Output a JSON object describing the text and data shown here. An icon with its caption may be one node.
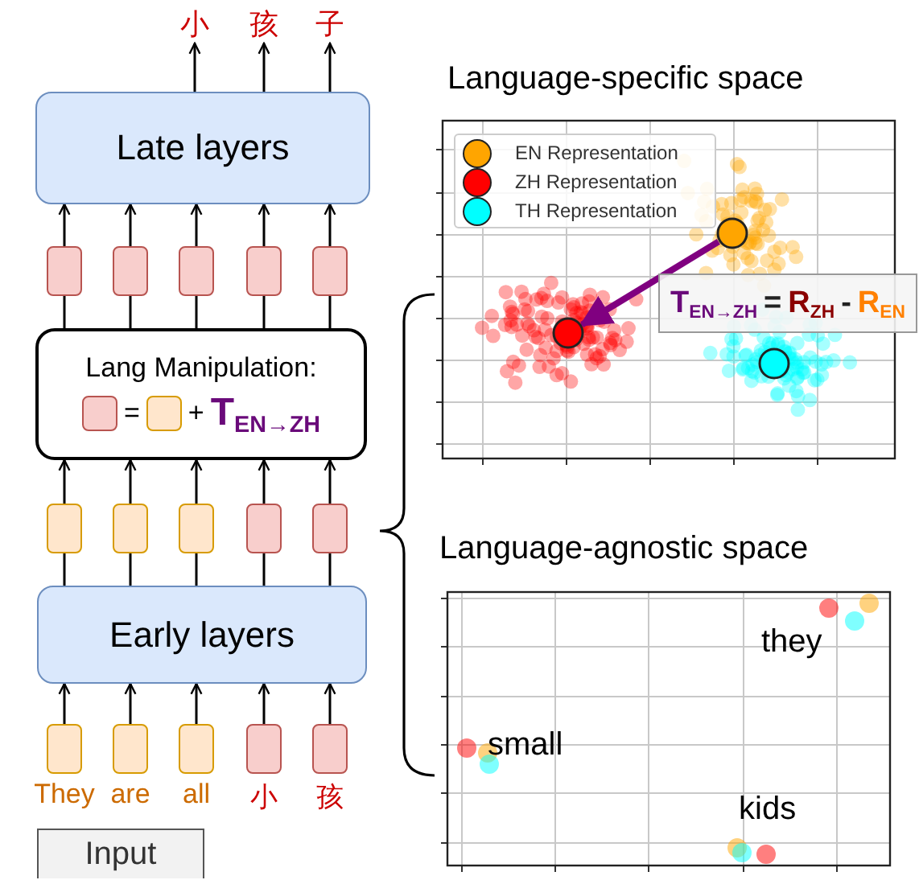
{
  "diagram": {
    "nodes": [
      {
        "text": [
          "Late layers"
        ]
      },
      {
        "text": [],
        "shape": "box"
      },
      {
        "text": [],
        "shape": "box"
      },
      {
        "text": [],
        "shape": "box"
      },
      {
        "text": [],
        "shape": "box"
      },
      {
        "text": [],
        "shape": "box"
      },
      {
        "text": [
          "Lang Manipulation:",
          "=",
          "+",
          "T$_{EN→ZH}$"
        ]
      },
      {
        "text": [],
        "shape": "box"
      },
      {
        "text": [],
        "shape": "box"
      },
      {
        "text": [],
        "shape": "box"
      },
      {
        "text": [],
        "shape": "box"
      },
      {
        "text": [],
        "shape": "box"
      },
      {
        "text": [
          "Early layers"
        ]
      },
      {
        "text": [],
        "shape": "box",
        "beside": [
          "They"
        ]
      },
      {
        "text": [],
        "shape": "box",
        "beside": [
          "are"
        ]
      },
      {
        "text": [],
        "shape": "box",
        "beside": [
          "all"
        ]
      },
      {
        "text": [],
        "shape": "box",
        "beside": [
          "小"
        ]
      },
      {
        "text": [],
        "shape": "box",
        "beside": [
          "孩"
        ]
      },
      {
        "text": [
          "小"
        ]
      },
      {
        "text": [
          "孩"
        ]
      },
      {
        "text": [
          "子"
        ]
      },
      {
        "text": [
          "Input"
        ]
      },
      {
        "text": [],
        "shape": "circle"
      },
      {
        "text": [],
        "shape": "circle"
      },
      {
        "text": [],
        "shape": "circle"
      },
      {
        "text": [
          "T$_{EN→ZH}$",
          "=",
          "R$_{ZH}$",
          "-",
          "R$_{EN}$"
        ]
      }
    ],
    "edges": [
      {
        "from": 13,
        "to": 12,
        "arrow": "to"
      },
      {
        "from": 14,
        "to": 12,
        "arrow": "to"
      },
      {
        "from": 15,
        "to": 12,
        "arrow": "to"
      },
      {
        "from": 16,
        "to": 12,
        "arrow": "to"
      },
      {
        "from": 17,
        "to": 12,
        "arrow": "to"
      },
      {
        "from": 12,
        "to": 7,
        "arrow": "none"
      },
      {
        "from": 12,
        "to": 8,
        "arrow": "none"
      },
      {
        "from": 12,
        "to": 9,
        "arrow": "none"
      },
      {
        "from": 12,
        "to": 10,
        "arrow": "none"
      },
      {
        "from": 12,
        "to": 11,
        "arrow": "none"
      },
      {
        "from": 7,
        "to": 6,
        "arrow": "to"
      },
      {
        "from": 8,
        "to": 6,
        "arrow": "to"
      },
      {
        "from": 9,
        "to": 6,
        "arrow": "to"
      },
      {
        "from": 10,
        "to": 6,
        "arrow": "to"
      },
      {
        "from": 11,
        "to": 6,
        "arrow": "to"
      },
      {
        "from": 6,
        "to": 1,
        "arrow": "none"
      },
      {
        "from": 6,
        "to": 2,
        "arrow": "none"
      },
      {
        "from": 6,
        "to": 3,
        "arrow": "none"
      },
      {
        "from": 6,
        "to": 4,
        "arrow": "none"
      },
      {
        "from": 6,
        "to": 5,
        "arrow": "none"
      },
      {
        "from": 1,
        "to": 0,
        "arrow": "to"
      },
      {
        "from": 2,
        "to": 0,
        "arrow": "to"
      },
      {
        "from": 3,
        "to": 0,
        "arrow": "to"
      },
      {
        "from": 4,
        "to": 0,
        "arrow": "to"
      },
      {
        "from": 5,
        "to": 0,
        "arrow": "to"
      },
      {
        "from": 0,
        "to": 18,
        "arrow": "to"
      },
      {
        "from": 0,
        "to": 19,
        "arrow": "to"
      },
      {
        "from": 0,
        "to": 20,
        "arrow": "to"
      },
      {
        "from": 22,
        "to": 23,
        "arrow": "to",
        "style": "thick",
        "color": "#800080"
      }
    ],
    "labels": [
      "Language-specific space",
      "Language-agnostic space",
      "they",
      "small",
      "kids"
    ],
    "legend": [
      {
        "text": "EN Representation",
        "color": "#ffa500"
      },
      {
        "text": "ZH Representation",
        "color": "#ff0000"
      },
      {
        "text": "TH Representation",
        "color": "#00ffff"
      }
    ]
  }
}
